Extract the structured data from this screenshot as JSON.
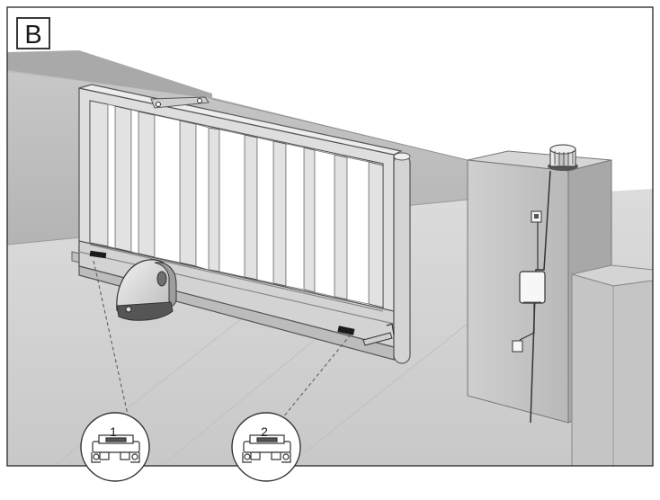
{
  "figure": {
    "panel_label": "B",
    "callouts": [
      {
        "number": "1"
      },
      {
        "number": "2"
      }
    ]
  },
  "colors": {
    "frame": "#333333",
    "ground": "#d2d2d2",
    "wall": "#c4c4c4",
    "gate": "#d9d9d9",
    "pillar": "#bdbdbd",
    "motor": "#e3e3e3",
    "magnet": "#1a1a1a"
  }
}
